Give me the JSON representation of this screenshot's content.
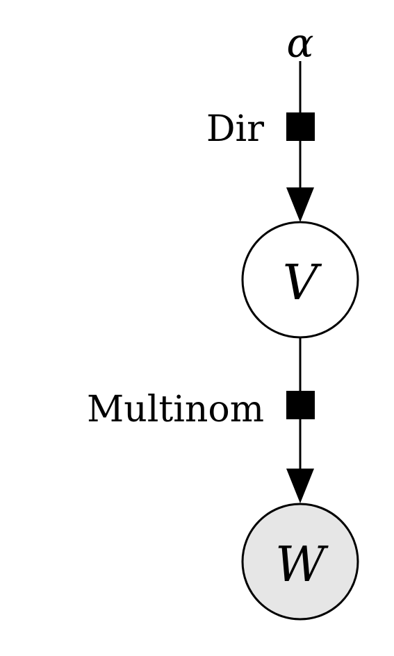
{
  "diagram": {
    "prior_symbol": "α",
    "factor_dir_label": "Dir",
    "latent_node_label": "V",
    "factor_multinom_label": "Multinom",
    "observed_node_label": "W",
    "observed_fill": "#e6e6e6",
    "latent_fill": "#ffffff",
    "ink": "#000000"
  }
}
